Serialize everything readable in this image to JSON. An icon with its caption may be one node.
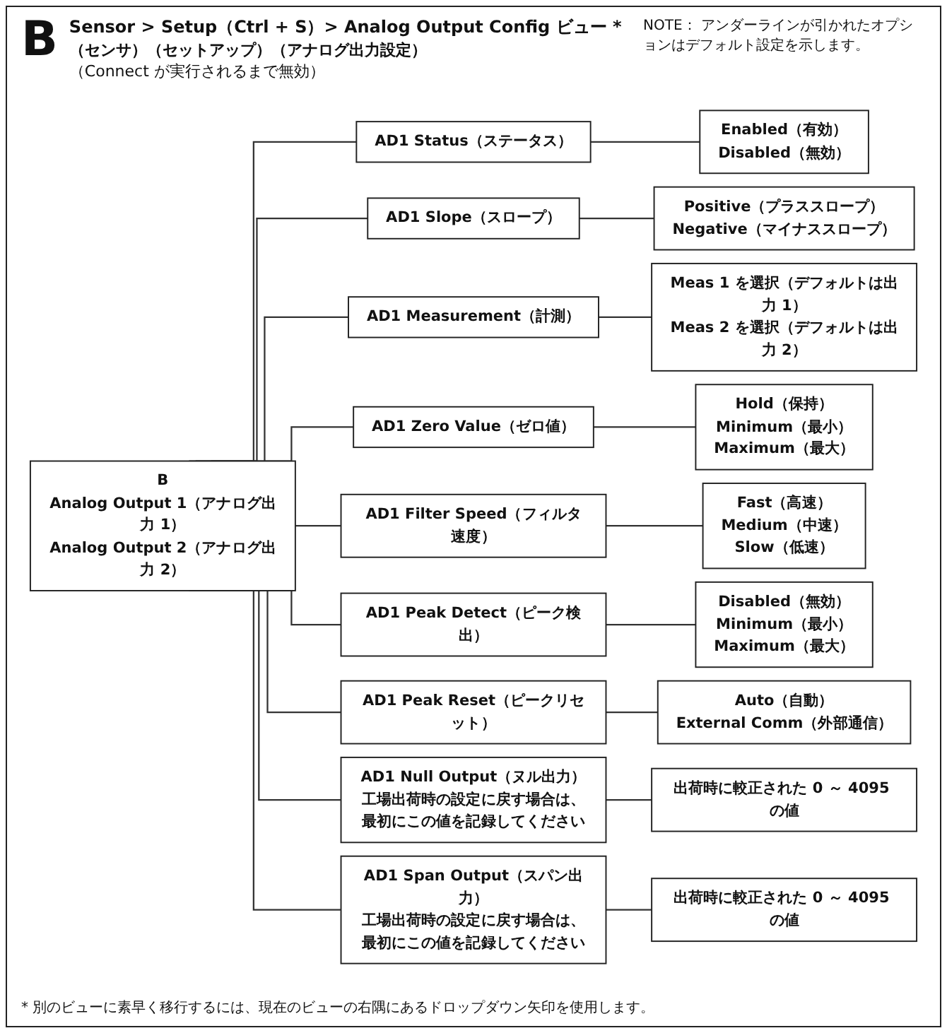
{
  "diagram": {
    "title": "Sensor > Setup（Ctrl + S）> Analog Output Config ビュー *",
    "caption": "* 別のビューに素早く移行するには、現在のビューの右隅にあるドロップダウン矢印を使用します。",
    "nodes": [
      {
        "text": [
          "B",
          "Analog Output 1（アナログ出力 1）",
          "Analog Output 2（アナログ出力 2）"
        ]
      },
      {
        "text": [
          "AD1 Status（ステータス）"
        ]
      },
      {
        "text": [
          "Enabled（有効）",
          "Disabled（無効）"
        ]
      },
      {
        "text": [
          "AD1 Slope（スロープ）"
        ]
      },
      {
        "text": [
          "Positive（プラススロープ）",
          "Negative（マイナススロープ）"
        ]
      },
      {
        "text": [
          "AD1 Measurement（計測）"
        ]
      },
      {
        "text": [
          "Meas 1 を選択（デフォルトは出力 1）",
          "Meas 2 を選択（デフォルトは出力 2）"
        ]
      },
      {
        "text": [
          "AD1 Zero Value（ゼロ値）"
        ]
      },
      {
        "text": [
          "Hold（保持）",
          "Minimum（最小）",
          "Maximum（最大）"
        ]
      },
      {
        "text": [
          "AD1 Filter Speed（フィルタ速度）"
        ]
      },
      {
        "text": [
          "Fast（高速）",
          "Medium（中速）",
          "Slow（低速）"
        ]
      },
      {
        "text": [
          "AD1 Peak Detect（ピーク検出）"
        ]
      },
      {
        "text": [
          "Disabled（無効）",
          "Minimum（最小）",
          "Maximum（最大）"
        ]
      },
      {
        "text": [
          "AD1 Peak Reset（ピークリセット）"
        ]
      },
      {
        "text": [
          "Auto（自動）",
          "External Comm（外部通信）"
        ]
      },
      {
        "text": [
          "AD1 Null Output（ヌル出力）",
          "工場出荷時の設定に戻す場合は、最初にこの値を記録してください"
        ]
      },
      {
        "text": [
          "出荷時に較正された 0 ～ 4095 の値"
        ]
      },
      {
        "text": [
          "AD1 Span Output（スパン出力）",
          "工場出荷時の設定に戻す場合は、最初にこの値を記録してください"
        ]
      },
      {
        "text": [
          "出荷時に較正された 0 ～ 4095 の値"
        ]
      }
    ],
    "edges": [
      {
        "from": 0,
        "to": 1,
        "arrow": "none"
      },
      {
        "from": 1,
        "to": 2,
        "arrow": "none"
      },
      {
        "from": 0,
        "to": 3,
        "arrow": "none"
      },
      {
        "from": 3,
        "to": 4,
        "arrow": "none"
      },
      {
        "from": 0,
        "to": 5,
        "arrow": "none"
      },
      {
        "from": 5,
        "to": 6,
        "arrow": "none"
      },
      {
        "from": 0,
        "to": 7,
        "arrow": "none"
      },
      {
        "from": 7,
        "to": 8,
        "arrow": "none"
      },
      {
        "from": 0,
        "to": 9,
        "arrow": "none"
      },
      {
        "from": 9,
        "to": 10,
        "arrow": "none"
      },
      {
        "from": 0,
        "to": 11,
        "arrow": "none"
      },
      {
        "from": 11,
        "to": 12,
        "arrow": "none"
      },
      {
        "from": 0,
        "to": 13,
        "arrow": "none"
      },
      {
        "from": 13,
        "to": 14,
        "arrow": "none"
      },
      {
        "from": 0,
        "to": 15,
        "arrow": "none"
      },
      {
        "from": 15,
        "to": 16,
        "arrow": "none"
      },
      {
        "from": 0,
        "to": 17,
        "arrow": "none"
      },
      {
        "from": 17,
        "to": 18,
        "arrow": "none"
      }
    ],
    "labels": [
      "B",
      "（センサ）（セットアップ）（アナログ出力設定）",
      "（Connect が実行されるまで無効）",
      "NOTE： アンダーラインが引かれたオプションはデフォルト設定を示します。"
    ]
  }
}
